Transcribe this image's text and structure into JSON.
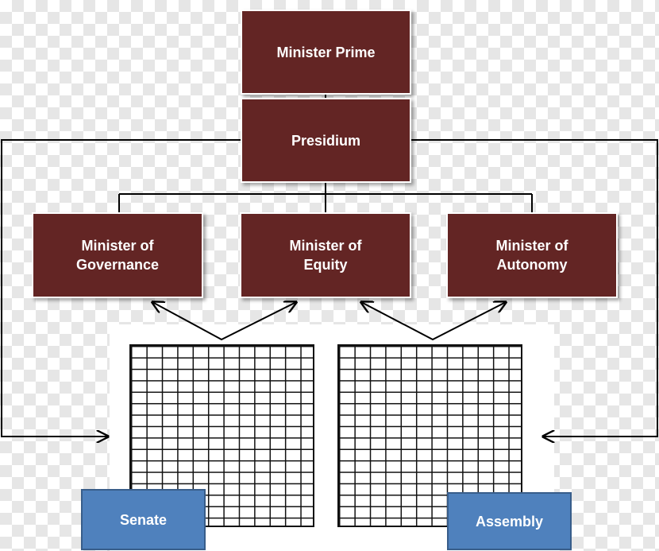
{
  "diagram": {
    "nodes": {
      "minister_prime": "Minister Prime",
      "presidium": "Presidium",
      "minister_governance": "Minister of\nGovernance",
      "minister_equity": "Minister of\nEquity",
      "minister_autonomy": "Minister of\nAutonomy",
      "senate": "Senate",
      "assembly": "Assembly"
    },
    "edges": [
      {
        "from": "minister_prime",
        "to": "presidium"
      },
      {
        "from": "presidium",
        "to": "minister_governance"
      },
      {
        "from": "presidium",
        "to": "minister_equity"
      },
      {
        "from": "presidium",
        "to": "minister_autonomy"
      },
      {
        "from": "presidium",
        "to": "senate"
      },
      {
        "from": "presidium",
        "to": "assembly"
      },
      {
        "from": "senate",
        "to": "minister_governance"
      },
      {
        "from": "senate",
        "to": "minister_equity"
      },
      {
        "from": "assembly",
        "to": "minister_equity"
      },
      {
        "from": "assembly",
        "to": "minister_autonomy"
      }
    ],
    "colors": {
      "minister_fill": "#632524",
      "chamber_fill": "#4f81bd",
      "connector": "#000000"
    }
  }
}
